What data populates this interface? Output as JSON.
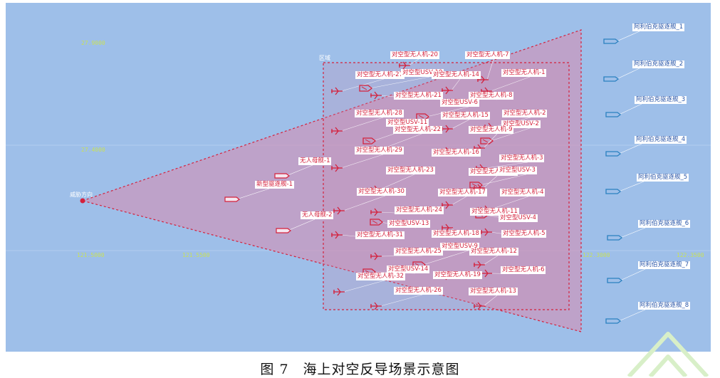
{
  "caption": "图 7　海上对空反导场景示意图",
  "colors": {
    "map_background": "#9ebfe9",
    "sector_fill": "#d28fb4",
    "attacker_red": "#d4213c",
    "destroyer_blue": "#2a80c0"
  },
  "map": {
    "origin_label": "威胁方向",
    "zone_label": "区域",
    "coord_labels": [
      "27.9000",
      "27.4000",
      "121.5000",
      "121.5500",
      "122.3000",
      "122.3500"
    ],
    "attackers": [
      {
        "label": "对空型无人机-20",
        "icon": "drone-icon"
      },
      {
        "label": "对空型无人机-7",
        "icon": "drone-icon"
      },
      {
        "label": "对空型无人机-27",
        "icon": "drone-icon"
      },
      {
        "label": "对空型USV-10",
        "icon": "usv-icon"
      },
      {
        "label": "对空型无人机-14",
        "icon": "drone-icon"
      },
      {
        "label": "对空型无人机-1",
        "icon": "drone-icon"
      },
      {
        "label": "对空型无人机-21",
        "icon": "drone-icon"
      },
      {
        "label": "对空型无人机-8",
        "icon": "drone-icon"
      },
      {
        "label": "对空型USV-6",
        "icon": "usv-icon"
      },
      {
        "label": "对空型无人机-28",
        "icon": "drone-icon"
      },
      {
        "label": "对空型无人机-15",
        "icon": "drone-icon"
      },
      {
        "label": "对空型无人机-2",
        "icon": "drone-icon"
      },
      {
        "label": "对空型USV-11",
        "icon": "usv-icon"
      },
      {
        "label": "对空型USV-2",
        "icon": "usv-icon"
      },
      {
        "label": "对空型无人机-22",
        "icon": "drone-icon"
      },
      {
        "label": "对空型无人机-9",
        "icon": "drone-icon"
      },
      {
        "label": "对空型无人机-29",
        "icon": "drone-icon"
      },
      {
        "label": "对空型无人机-16",
        "icon": "drone-icon"
      },
      {
        "label": "对空型无人机-3",
        "icon": "drone-icon"
      },
      {
        "label": "对空型无人机-23",
        "icon": "drone-icon"
      },
      {
        "label": "对空型无人机-10",
        "icon": "drone-icon"
      },
      {
        "label": "对空型USV-3",
        "icon": "usv-icon"
      },
      {
        "label": "对空型无人机-30",
        "icon": "drone-icon"
      },
      {
        "label": "对空型无人机-17",
        "icon": "drone-icon"
      },
      {
        "label": "对空型无人机-4",
        "icon": "drone-icon"
      },
      {
        "label": "对空型无人机-24",
        "icon": "drone-icon"
      },
      {
        "label": "对空型无人机-11",
        "icon": "drone-icon"
      },
      {
        "label": "对空型USV-13",
        "icon": "usv-icon"
      },
      {
        "label": "对空型USV-4",
        "icon": "usv-icon"
      },
      {
        "label": "对空型无人机-31",
        "icon": "drone-icon"
      },
      {
        "label": "对空型无人机-18",
        "icon": "drone-icon"
      },
      {
        "label": "对空型无人机-5",
        "icon": "drone-icon"
      },
      {
        "label": "对空型USV-9",
        "icon": "usv-icon"
      },
      {
        "label": "对空型无人机-25",
        "icon": "drone-icon"
      },
      {
        "label": "对空型无人机-12",
        "icon": "drone-icon"
      },
      {
        "label": "对空型USV-14",
        "icon": "usv-icon"
      },
      {
        "label": "对空型无人机-6",
        "icon": "drone-icon"
      },
      {
        "label": "对空型无人机-32",
        "icon": "drone-icon"
      },
      {
        "label": "对空型无人机-19",
        "icon": "drone-icon"
      },
      {
        "label": "对空型无人机-26",
        "icon": "drone-icon"
      },
      {
        "label": "对空型无人机-13",
        "icon": "drone-icon"
      }
    ],
    "friendly_ships": [
      {
        "label": "无人母舰-1",
        "icon": "carrier-icon"
      },
      {
        "label": "新型驱逐舰-1",
        "icon": "destroyer-icon"
      },
      {
        "label": "无人母舰-2",
        "icon": "carrier-icon"
      }
    ],
    "defenders": [
      {
        "label": "阿利伯克驱逐舰_1",
        "icon": "destroyer-icon"
      },
      {
        "label": "阿利伯克驱逐舰_2",
        "icon": "destroyer-icon"
      },
      {
        "label": "阿利伯克驱逐舰_3",
        "icon": "destroyer-icon"
      },
      {
        "label": "阿利伯克驱逐舰_4",
        "icon": "destroyer-icon"
      },
      {
        "label": "阿利伯克驱逐舰_5",
        "icon": "destroyer-icon"
      },
      {
        "label": "阿利伯克驱逐舰_6",
        "icon": "destroyer-icon"
      },
      {
        "label": "阿利伯克驱逐舰_7",
        "icon": "destroyer-icon"
      },
      {
        "label": "阿利伯克驱逐舰_8",
        "icon": "destroyer-icon"
      }
    ]
  }
}
